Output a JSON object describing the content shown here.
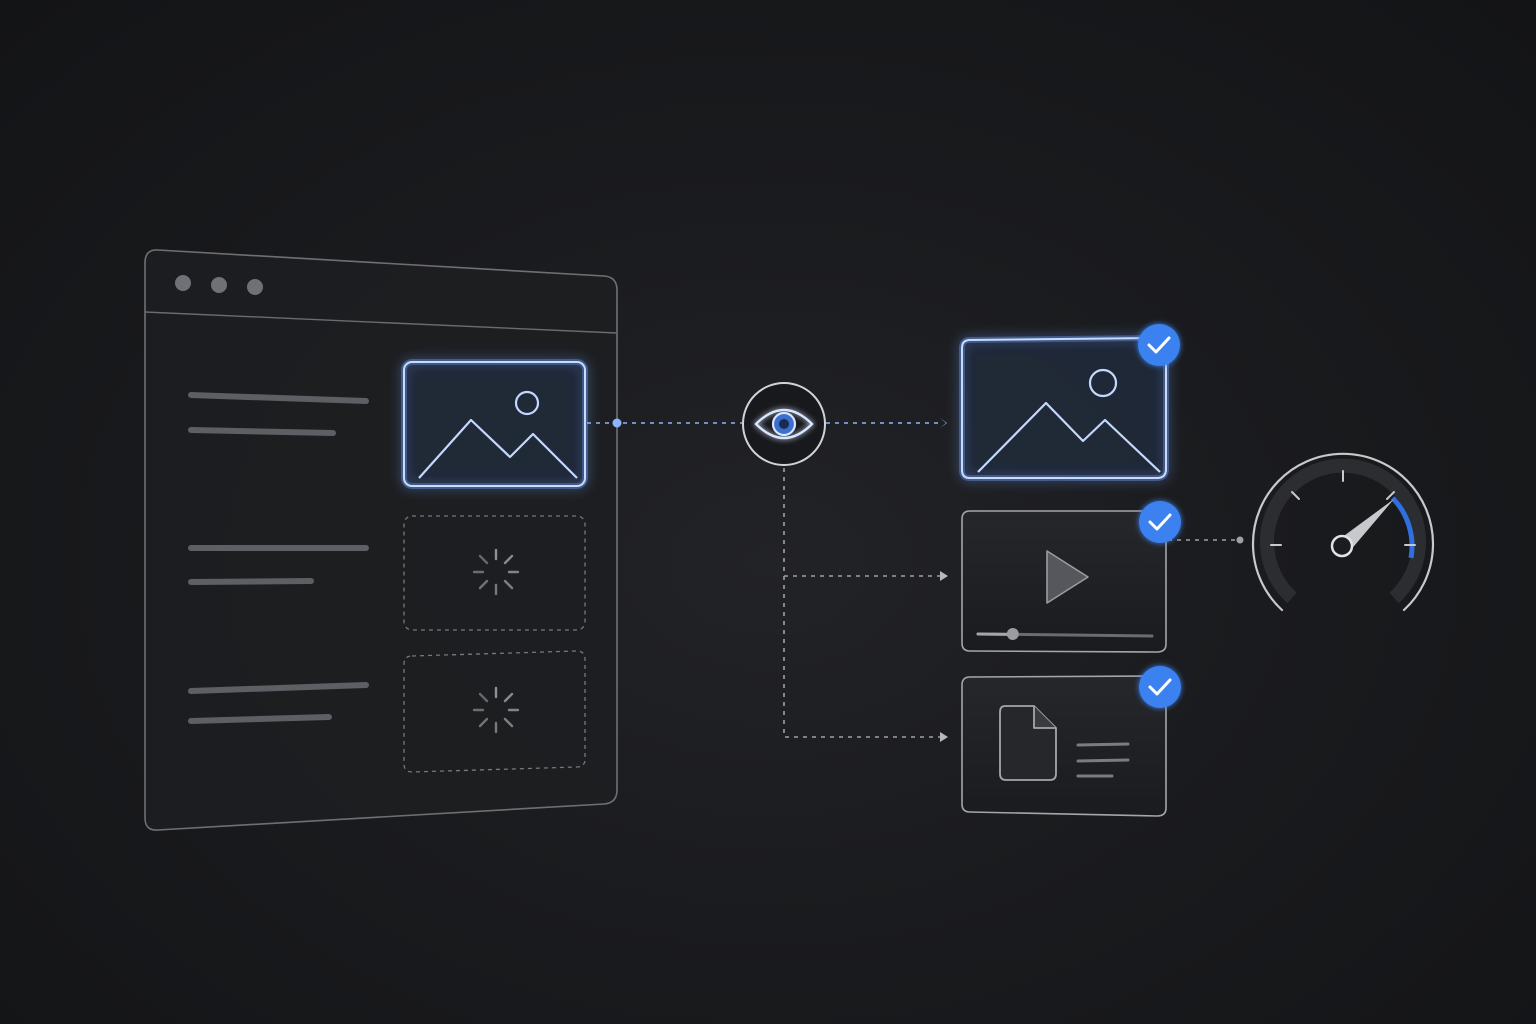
{
  "colors": {
    "background": "#151619",
    "accent": "#3a82f0",
    "glow": "#6fa2ff",
    "outline": "#a3a6ab"
  },
  "browser_window": {
    "title_dots": [
      "gray",
      "gray",
      "gray"
    ],
    "rows": [
      {
        "media": "image",
        "state": "loaded"
      },
      {
        "media": "placeholder",
        "state": "loading"
      },
      {
        "media": "placeholder",
        "state": "loading"
      }
    ]
  },
  "observer": {
    "icon": "eye-icon"
  },
  "results": [
    {
      "type": "image",
      "icon": "image-icon",
      "status": "loaded",
      "badge": "check-icon"
    },
    {
      "type": "video",
      "icon": "play-icon",
      "status": "loaded",
      "badge": "check-icon",
      "progress": 0.2
    },
    {
      "type": "document",
      "icon": "document-icon",
      "status": "loaded",
      "badge": "check-icon"
    }
  ],
  "performance_gauge": {
    "icon": "speedometer-icon",
    "level": 0.85
  }
}
